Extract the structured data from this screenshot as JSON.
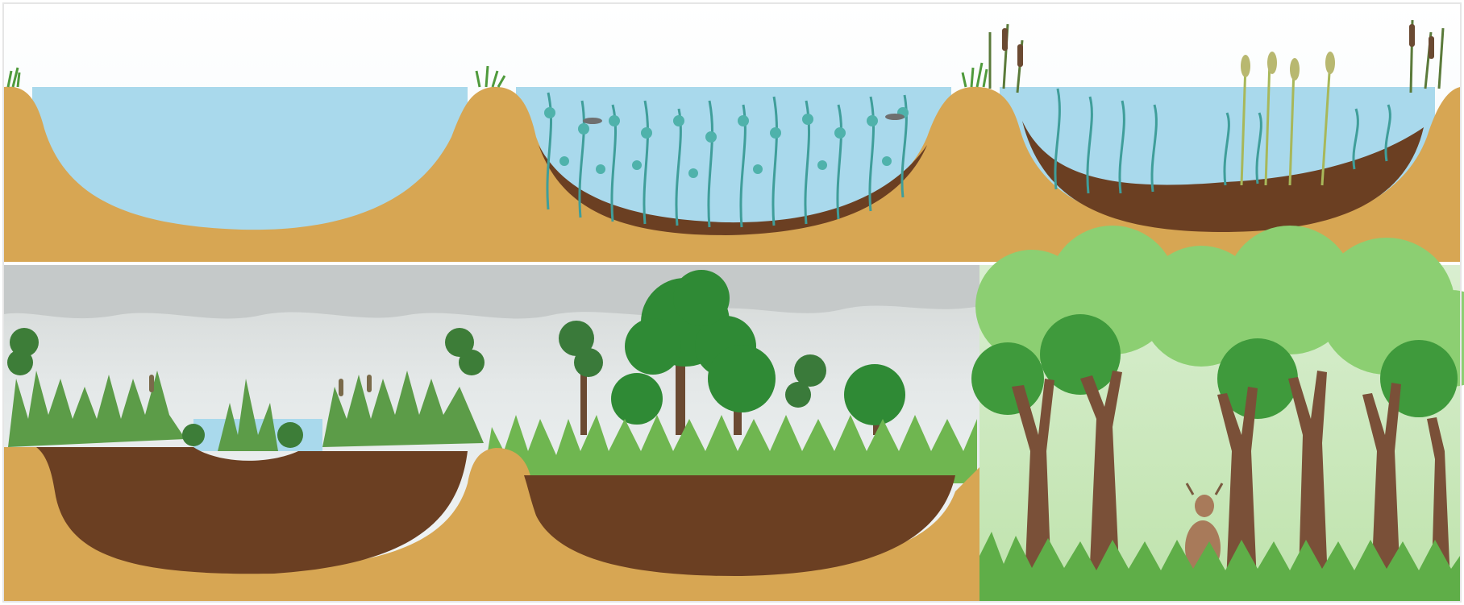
{
  "figure": {
    "description_stages": 6,
    "colors": {
      "sky_top": "#ffffff",
      "sky_blue": "#e8f3f8",
      "water": "#a9d9ec",
      "soil": "#d7a653",
      "soil_dark": "#c9953f",
      "organic_sediment": "#6b3f22",
      "aquatic_plant": "#3f9e9a",
      "grass": "#4f9a3c",
      "grass_light": "#7cc05a",
      "tree_foliage": "#2f8a35",
      "tree_trunk": "#6b4a32",
      "cloud_gray": "#c2c6c6",
      "forest_bg": "#b9e0a8"
    },
    "stages": [
      {
        "id": "stage-1",
        "name": "open-water"
      },
      {
        "id": "stage-2",
        "name": "submerged-vegetation"
      },
      {
        "id": "stage-3",
        "name": "emergent-vegetation"
      },
      {
        "id": "stage-4",
        "name": "marsh"
      },
      {
        "id": "stage-5",
        "name": "meadow-shrubs"
      },
      {
        "id": "stage-6",
        "name": "climax-forest"
      }
    ]
  }
}
